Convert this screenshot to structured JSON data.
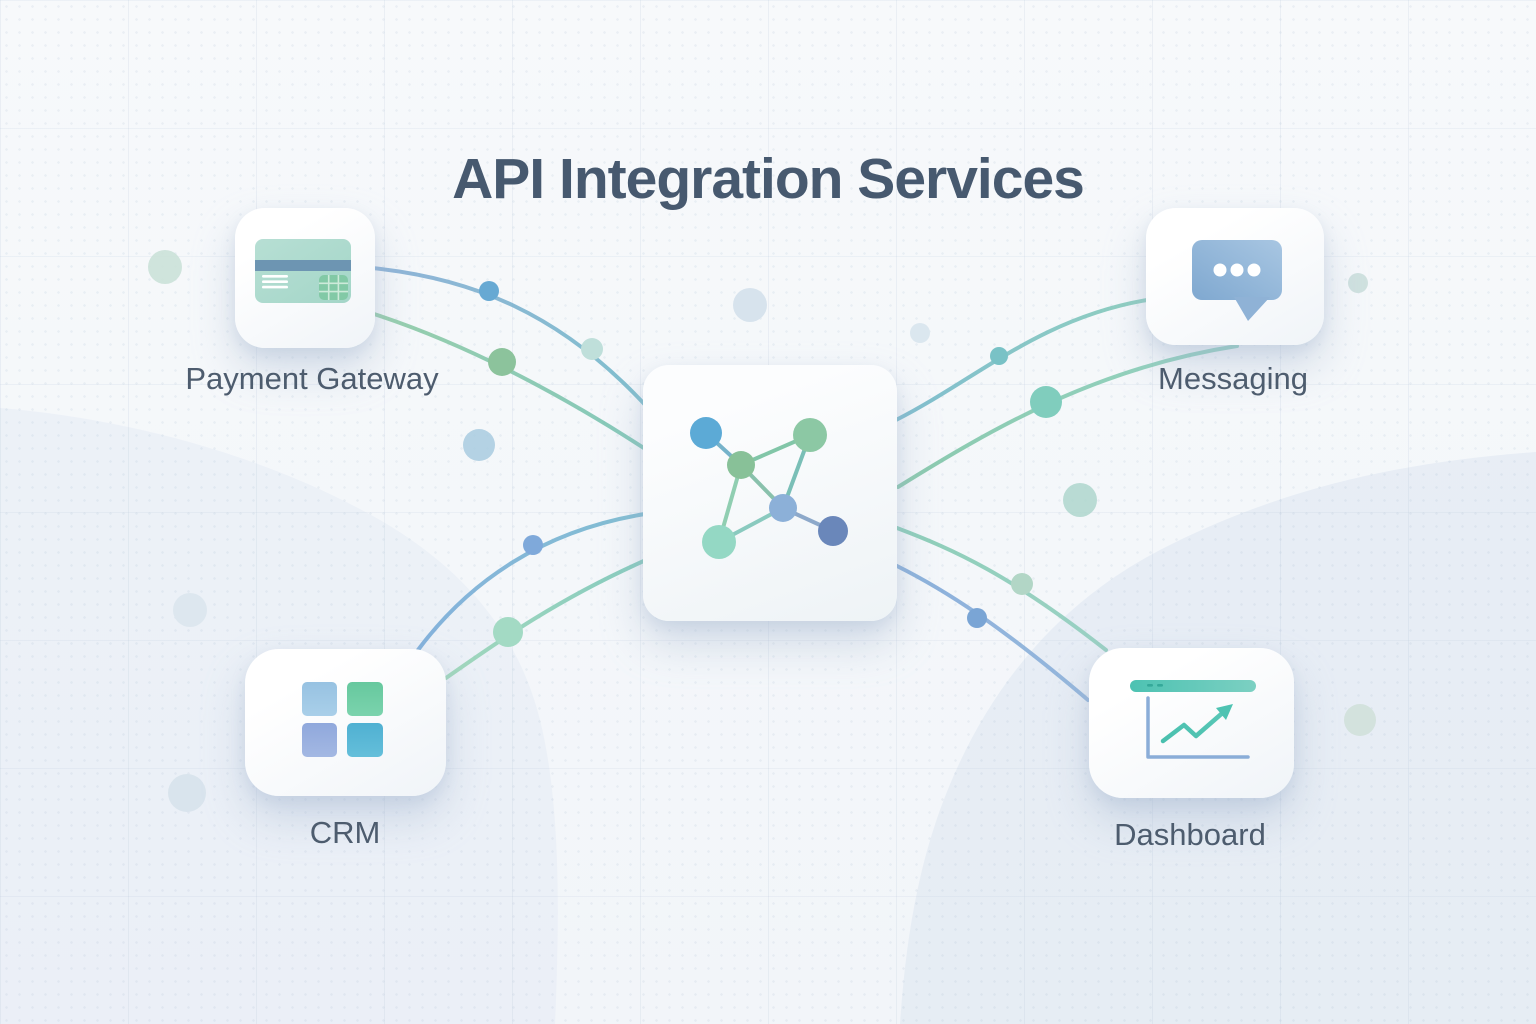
{
  "title": "API Integration Services",
  "hub": {
    "icon": "network-nodes-icon"
  },
  "services": [
    {
      "id": "payment-gateway",
      "label": "Payment Gateway",
      "icon": "credit-card-icon"
    },
    {
      "id": "messaging",
      "label": "Messaging",
      "icon": "chat-bubble-icon"
    },
    {
      "id": "crm",
      "label": "CRM",
      "icon": "app-grid-icon"
    },
    {
      "id": "dashboard",
      "label": "Dashboard",
      "icon": "line-chart-icon"
    }
  ],
  "palette": {
    "title_text": "#47596f",
    "label_text": "#4d5c6e",
    "background": "#f6f8fb",
    "card_surface": "#ffffff",
    "connector_blue": "#74a8d4",
    "connector_green": "#7cc6a4",
    "teal_accent": "#4dc2b2",
    "mint_accent": "#9ad8c6",
    "blue_accent": "#5caad6"
  }
}
